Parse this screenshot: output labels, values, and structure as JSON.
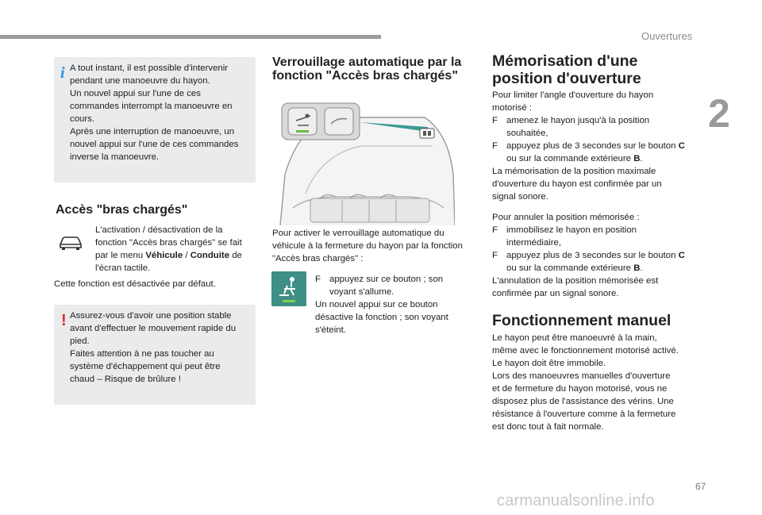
{
  "header": {
    "section_title": "Ouvertures",
    "chapter_number": "2",
    "page_number": "67"
  },
  "watermark": "carmanualsonline.info",
  "col1": {
    "info_lines": [
      "A tout instant, il est possible d'intervenir",
      "pendant une manoeuvre du hayon.",
      "Un nouvel appui sur l'une de ces",
      "commandes interrompt la manoeuvre en",
      "cours.",
      "Après une interruption de manoeuvre, un",
      "nouvel appui sur l'une de ces commandes",
      "inverse la manoeuvre."
    ],
    "heading": "Accès \"bras chargés\"",
    "touch_l1": "L'activation / désactivation de la",
    "touch_l2": "fonction \"Accès bras chargés\" se fait",
    "touch_l3_pre": "par le menu ",
    "touch_menu": "Véhicule",
    "touch_sep": " / ",
    "touch_submenu": "Conduite",
    "touch_l3_post": " de",
    "touch_l4": "l'écran tactile.",
    "default_text": "Cette fonction est désactivée par défaut.",
    "warn_lines": [
      "Assurez-vous d'avoir une position stable",
      "avant d'effectuer le mouvement rapide du",
      "pied.",
      "Faites attention à ne pas toucher au",
      "système d'échappement qui peut être",
      "chaud – Risque de brûlure !"
    ]
  },
  "col2": {
    "heading_l1": "Verrouillage automatique par la",
    "heading_l2": "fonction \"Accès bras chargés\"",
    "intro_lines": [
      "Pour activer le verrouillage automatique du",
      "véhicule à la fermeture du hayon par la fonction",
      "\"Accès bras chargés\" :"
    ],
    "bullet_marker": "F",
    "bullet_l1": "appuyez sur ce bouton ; son",
    "bullet_l2": "voyant s'allume.",
    "after_lines": [
      "Un nouvel appui sur ce bouton",
      "désactive la fonction ; son voyant",
      "s'éteint."
    ]
  },
  "col3": {
    "heading1_l1": "Mémorisation d'une",
    "heading1_l2": "position d'ouverture",
    "p1_lines": [
      "Pour limiter l'angle d'ouverture du hayon",
      "motorisé :"
    ],
    "b1_l1": "amenez le hayon jusqu'à la position",
    "b1_l2": "souhaitée,",
    "b2_l1_pre": "appuyez plus de 3 secondes sur le bouton ",
    "b2_key": "C",
    "b2_l2_pre": "ou sur la commande extérieure ",
    "b2_key2": "B",
    "b2_l2_post": ".",
    "p2_lines": [
      "La mémorisation de la position maximale",
      "d'ouverture du hayon est confirmée par un",
      "signal sonore."
    ],
    "p3": "Pour annuler la position mémorisée :",
    "b3_l1": "immobilisez le hayon en position",
    "b3_l2": "intermédiaire,",
    "p4_lines": [
      "L'annulation de la position mémorisée est",
      "confirmée par un signal sonore."
    ],
    "heading2": "Fonctionnement manuel",
    "p5_lines": [
      "Le hayon peut être manoeuvré à la main,",
      "même avec le fonctionnement motorisé activé.",
      "Le hayon doit être immobile.",
      "Lors des manoeuvres manuelles d'ouverture",
      "et de fermeture du hayon motorisé, vous ne",
      "disposez plus de l'assistance des vérins. Une",
      "résistance à l'ouverture comme à la fermeture",
      "est donc tout à fait normale."
    ]
  }
}
